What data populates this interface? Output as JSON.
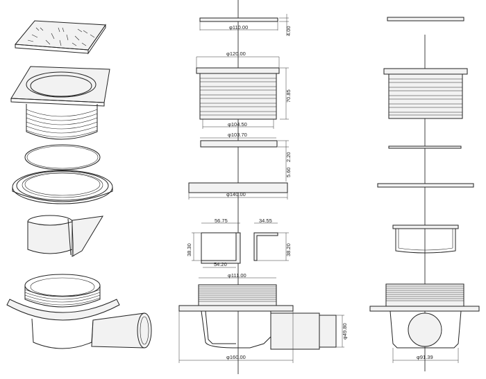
{
  "dimensions": {
    "grate_dia": "φ110.00",
    "grate_h": "4.00",
    "frame_top": "φ120.00",
    "frame_h": "70.85",
    "frame_bottom": "φ104.50",
    "ring1_dia": "φ103.70",
    "ring_gap": "5.60",
    "ring_gap2": "2.20",
    "flange_dia": "φ140.00",
    "trap_w": "56.75",
    "trap_h": "38.30",
    "trap_bottom": "54.20",
    "flap_w": "34.55",
    "flap_h": "38.20",
    "body_top": "φ111.00",
    "outlet_dia": "φ49.80",
    "body_flange": "φ160.00",
    "body_bottom": "φ91.39"
  }
}
